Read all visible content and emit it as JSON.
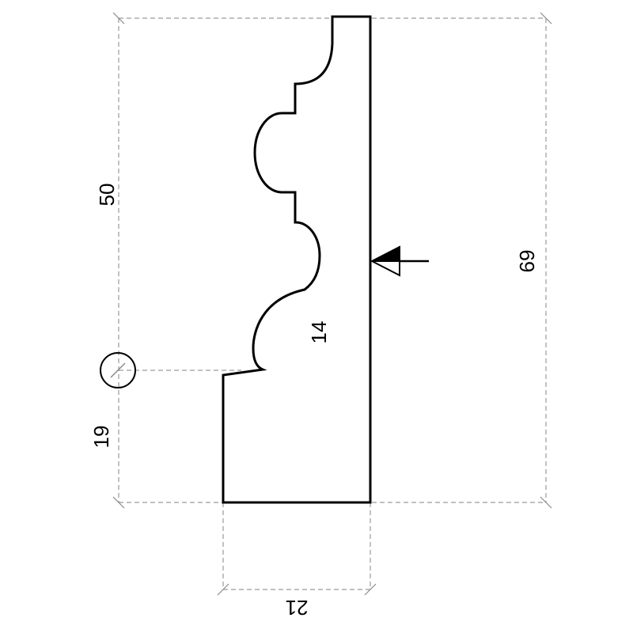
{
  "drawing": {
    "type": "moulding-profile-section",
    "dimensions": {
      "height_upper": "50",
      "height_lower": "19",
      "total_height": "69",
      "width": "21",
      "thickness": "14"
    },
    "symbols": {
      "reference_circle": "circle-slash-icon",
      "view_arrow": "section-arrow-icon"
    },
    "colors": {
      "outline": "#000000",
      "dimension_lines": "#9a9a9a",
      "background": "#ffffff"
    }
  }
}
